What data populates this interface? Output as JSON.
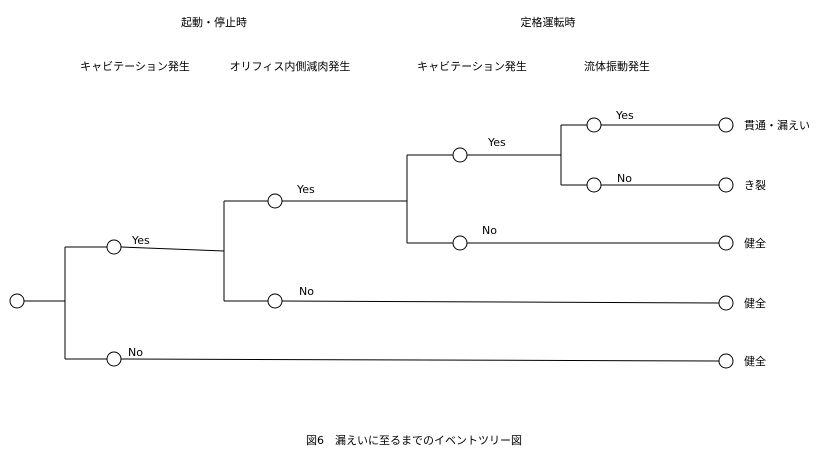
{
  "headers": {
    "phase_start_stop": "起動・停止時",
    "phase_rated": "定格運転時",
    "col_cavitation_1": "キャビテーション発生",
    "col_orifice_thinning": "オリフィス内側減肉発生",
    "col_cavitation_2": "キャビテーション発生",
    "col_flow_vibration": "流体振動発生"
  },
  "branches": {
    "yes": "Yes",
    "no": "No"
  },
  "outcomes": {
    "o1": "貫通・漏えい",
    "o2": "き裂",
    "o3": "健全",
    "o4": "健全",
    "o5": "健全"
  },
  "caption": "図6　漏えいに至るまでのイベントツリー図"
}
